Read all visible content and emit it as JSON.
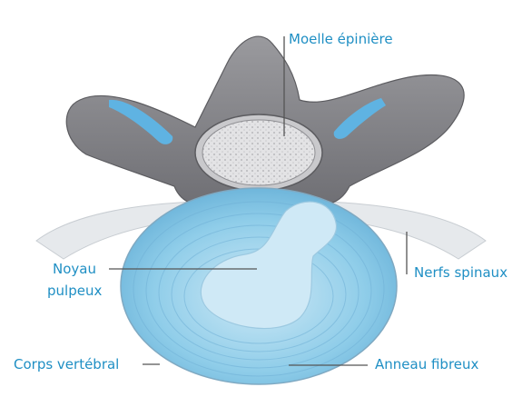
{
  "labels": {
    "spinal_cord": "Moelle épinière",
    "spinal_nerves": "Nerfs spinaux",
    "nucleus_line1": "Noyau",
    "nucleus_line2": "pulpeux",
    "vertebral_body": "Corps vertébral",
    "annulus": "Anneau fibreux"
  },
  "colors": {
    "label_text": "#1f8fc4",
    "leader_line": "#555555",
    "bone": "#8e8e92",
    "bone_light": "#c9c9cc",
    "disc": "#8fcde9",
    "disc_light": "#cfe9f6",
    "nerve": "#e6e9ec",
    "canal_accent": "#6aaedb"
  }
}
